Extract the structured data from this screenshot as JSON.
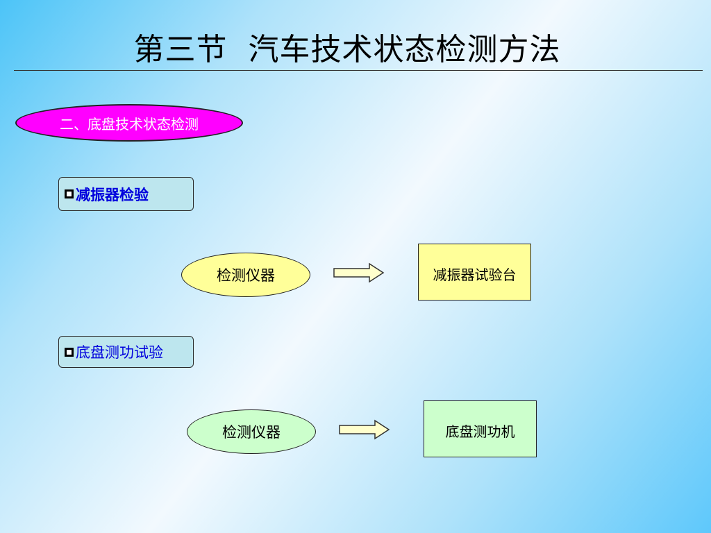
{
  "slide": {
    "title": "第三节  汽车技术状态检测方法",
    "section_heading": "二、底盘技术状态检测",
    "items": [
      {
        "label": "减振器检验",
        "instrument_label": "检测仪器",
        "equipment": "减振器试验台"
      },
      {
        "label": "底盘测功试验",
        "instrument_label": "检测仪器",
        "equipment": "底盘测功机"
      }
    ]
  },
  "colors": {
    "heading_fill": "#ff00ff",
    "section_fill": "#bde6ee",
    "section_text": "#0000dd",
    "yellow_fill": "#ffff99",
    "green_fill": "#ccffcc"
  },
  "icons": {
    "bullet": "square-bullet-icon",
    "arrow": "right-arrow-icon"
  }
}
